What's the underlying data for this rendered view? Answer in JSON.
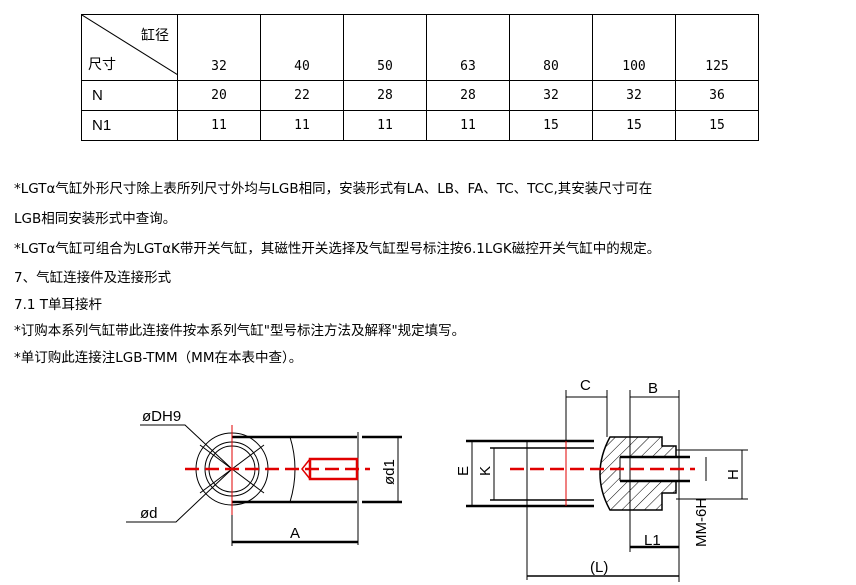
{
  "table": {
    "corner_top": "缸径",
    "corner_bottom": "尺寸",
    "bores": [
      "32",
      "40",
      "50",
      "63",
      "80",
      "100",
      "125"
    ],
    "rows": [
      {
        "label": "N",
        "values": [
          "20",
          "22",
          "28",
          "28",
          "32",
          "32",
          "36"
        ]
      },
      {
        "label": "N1",
        "values": [
          "11",
          "11",
          "11",
          "11",
          "15",
          "15",
          "15"
        ]
      }
    ]
  },
  "text": {
    "l1": "*LGTα气缸外形尺寸除上表所列尺寸外均与LGB相同，安装形式有LA、LB、FA、TC、TCC,其安装尺寸可在",
    "l2": "LGB相同安装形式中查询。",
    "l3": "*LGTα气缸可组合为LGTαK带开关气缸，其磁性开关选择及气缸型号标注按6.1LGK磁控开关气缸中的规定。",
    "l4": "7、气缸连接件及连接形式",
    "l5": "7.1 T单耳接杆",
    "l6": "*订购本系列气缸带此连接件按本系列气缸\"型号标注方法及解释\"规定填写。",
    "l7": "*单订购此连接注LGB-TMM（MM在本表中查）。"
  },
  "drawing": {
    "dh9": "øDH9",
    "d": "ød",
    "d1": "ød1",
    "A": "A",
    "C": "C",
    "B": "B",
    "E": "E",
    "K": "K",
    "H": "H",
    "L1": "L1",
    "L": "(L)",
    "MM": "MM-6H",
    "center_color": "#e00000"
  }
}
